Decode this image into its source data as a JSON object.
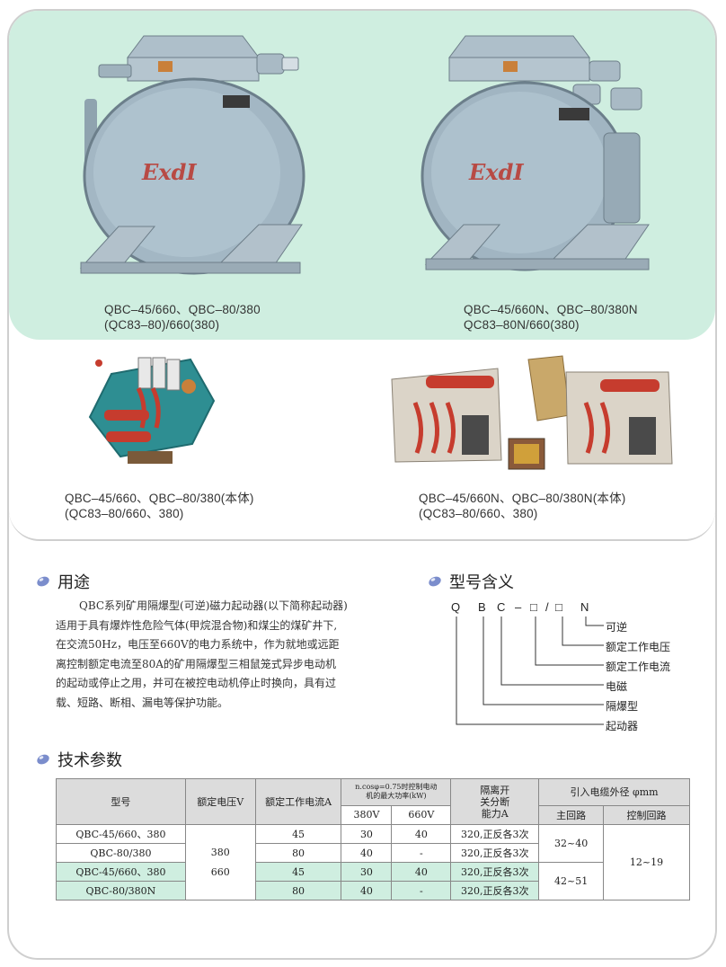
{
  "products": {
    "p1": {
      "line1": "QBC–45/660、QBC–80/380",
      "line2": "(QC83–80)/660(380)",
      "mark": "ExdI"
    },
    "p2": {
      "line1": "QBC–45/660N、QBC–80/380N",
      "line2": "QC83–80N/660(380)",
      "mark": "ExdI"
    },
    "p3": {
      "line1": "QBC–45/660、QBC–80/380(本体)",
      "line2": "(QC83–80/660、380)"
    },
    "p4": {
      "line1": "QBC–45/660N、QBC–80/380N(本体)",
      "line2": "(QC83–80/660、380)"
    }
  },
  "usage": {
    "title": "用途",
    "lines": [
      "QBC系列矿用隔爆型(可逆)磁力起动器(以下简称起动器)",
      "适用于具有爆炸性危险气体(甲烷混合物)和煤尘的煤矿井下,",
      "在交流50Hz，电压至660V的电力系统中，作为就地或远距",
      "离控制额定电流至80A的矿用隔爆型三相鼠笼式异步电动机",
      "的起动或停止之用，并可在被控电动机停止时换向，具有过",
      "载、短路、断相、漏电等保护功能。"
    ]
  },
  "model": {
    "title": "型号含义",
    "chars": [
      "Q",
      "B",
      "C",
      "–",
      "□",
      "/",
      "□",
      "N"
    ],
    "meanings": [
      "可逆",
      "额定工作电压",
      "额定工作电流",
      "电磁",
      "隔爆型",
      "起动器"
    ]
  },
  "tech": {
    "title": "技术参数",
    "headers": {
      "model": "型号",
      "voltage": "额定电压V",
      "current": "额定工作电流A",
      "power_line1": "n.cosφ=0.75时控制电动",
      "power_line2": "机的最大功率(kW)",
      "v380": "380V",
      "v660": "660V",
      "breaking_line1": "隔离开",
      "breaking_line2": "关分断",
      "breaking_line3": "能力A",
      "cable": "引入电缆外径 φmm",
      "main": "主回路",
      "control": "控制回路"
    },
    "rows": [
      {
        "model": "QBC-45/660、380",
        "current": "45",
        "p380": "30",
        "p660": "40",
        "breaking": "320,正反各3次"
      },
      {
        "model": "QBC-80/380",
        "current": "80",
        "p380": "40",
        "p660": "-",
        "breaking": "320,正反各3次"
      },
      {
        "model": "QBC-45/660、380",
        "current": "45",
        "p380": "30",
        "p660": "40",
        "breaking": "320,正反各3次"
      },
      {
        "model": "QBC-80/380N",
        "current": "80",
        "p380": "40",
        "p660": "-",
        "breaking": "320,正反各3次"
      }
    ],
    "voltage_values": [
      "380",
      "660"
    ],
    "main_values": [
      "32~40",
      "42~51"
    ],
    "control_value": "12~19"
  },
  "colors": {
    "band": "#cfeee0",
    "body": "#9fb6c4",
    "mark": "#b84a44",
    "resistor": "#c63c2e",
    "base": "#2e8e92"
  }
}
